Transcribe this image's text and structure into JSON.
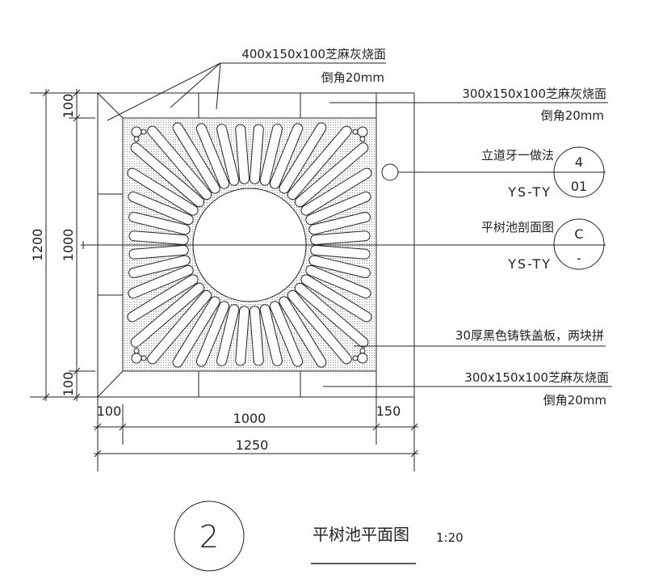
{
  "drawing": {
    "labels": {
      "top_stone": "400x150x100芝麻灰烧面",
      "top_stone_chamfer": "倒角20mm",
      "right_stone": "300x150x100芝麻灰烧面",
      "right_stone_chamfer": "倒角20mm",
      "curb_ref_title": "立道牙一做法",
      "curb_ref_sheet": "YS-TY",
      "curb_ref_num": "4",
      "curb_ref_page": "01",
      "section_ref_title": "平树池剖面图",
      "section_ref_sheet": "YS-TY",
      "section_ref_num": "C",
      "section_ref_page": "-",
      "grate": "30厚黑色铸铁盖板，两块拼",
      "bottom_stone": "300x150x100芝麻灰烧面",
      "bottom_stone_chamfer": "倒角20mm"
    },
    "dimensions": {
      "left_total": "1200",
      "left_inner": "1000",
      "left_top": "100",
      "left_bottom": "100",
      "bottom_left": "100",
      "bottom_inner": "1000",
      "bottom_right": "150",
      "bottom_total": "1250"
    },
    "title": {
      "number": "2",
      "name": "平树池平面图",
      "scale": "1:20"
    },
    "colors": {
      "line": "#222222",
      "hatch": "#9a9a9a"
    }
  }
}
